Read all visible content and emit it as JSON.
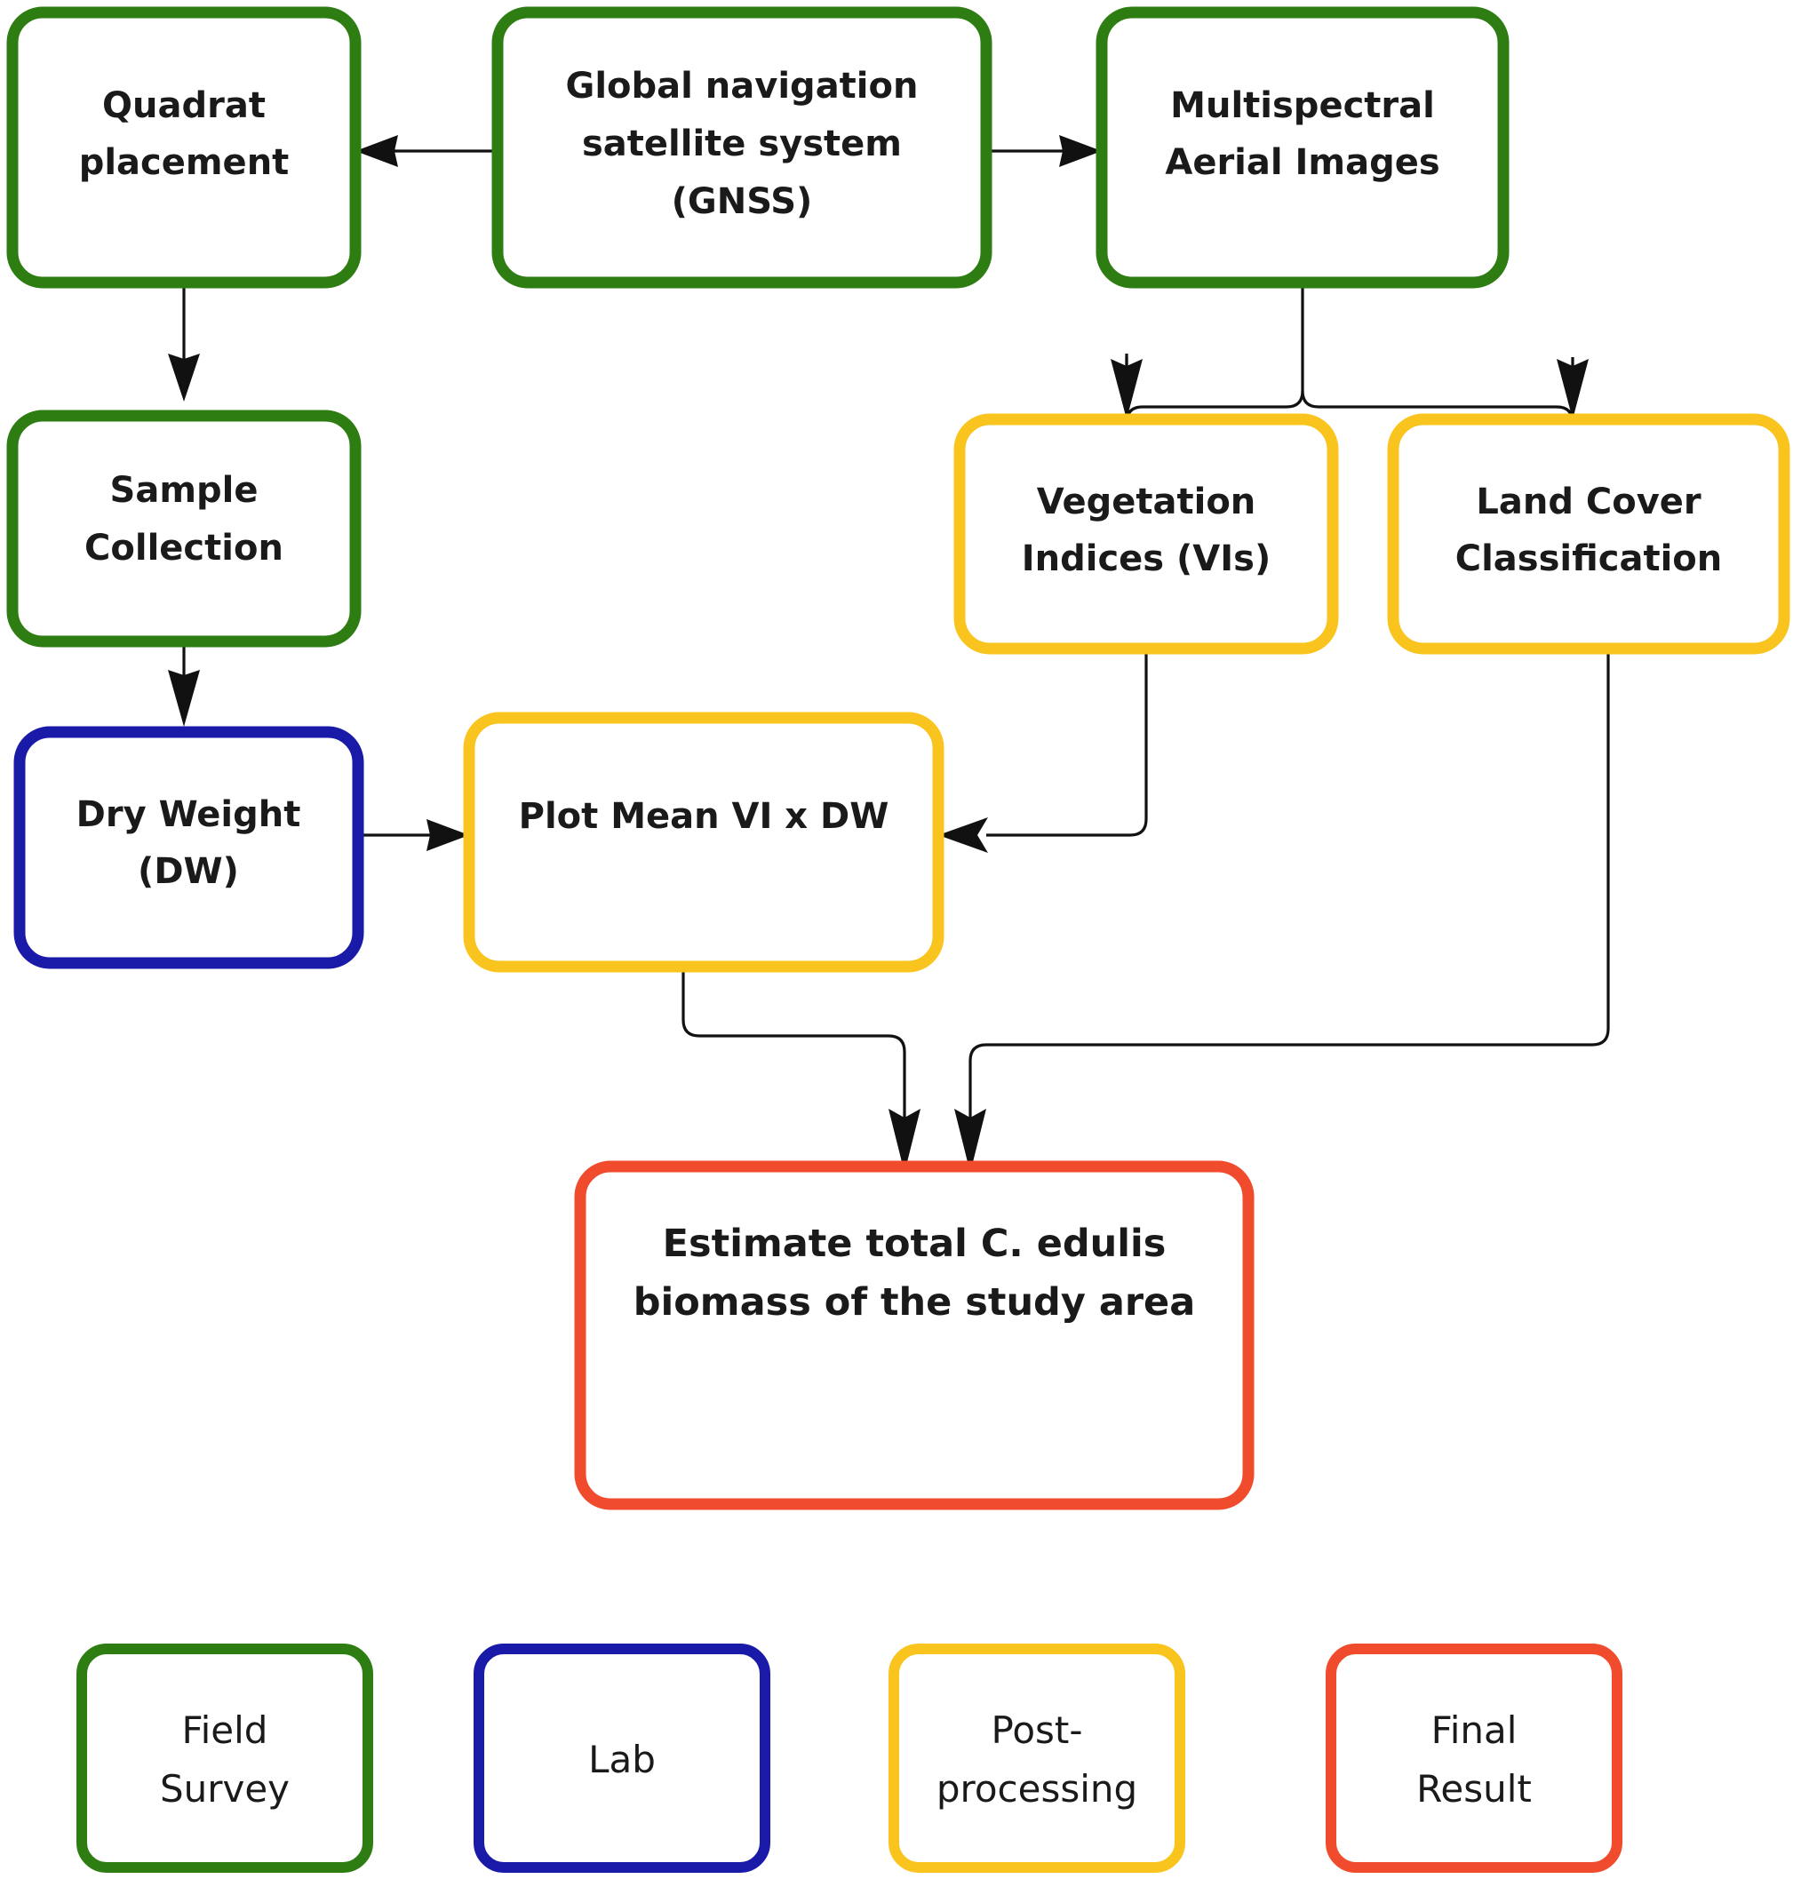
{
  "diagram": {
    "title": "C. edulis biomass estimation workflow",
    "background_color": "#ffffff",
    "edge_color": "#111111"
  },
  "palette": {
    "field_survey_green": "#2e7d12",
    "lab_blue": "#1a1aa8",
    "post_processing_yellow": "#f9c41e",
    "final_result_red": "#ef4b2c",
    "node_fill": "#ffffff",
    "text_color": "#1a1a1a"
  },
  "nodes": [
    {
      "id": "quadrat-placement",
      "category": "Field Survey",
      "color": "#2e7d12",
      "lines": [
        "Quadrat",
        "placement"
      ]
    },
    {
      "id": "gnss",
      "category": "Field Survey",
      "color": "#2e7d12",
      "lines": [
        "Global navigation",
        "satellite system",
        "(GNSS)"
      ]
    },
    {
      "id": "multispectral-aerial-images",
      "category": "Field Survey",
      "color": "#2e7d12",
      "lines": [
        "Multispectral",
        "Aerial Images"
      ]
    },
    {
      "id": "sample-collection",
      "category": "Field Survey",
      "color": "#2e7d12",
      "lines": [
        "Sample",
        "Collection"
      ]
    },
    {
      "id": "vegetation-indices",
      "category": "Post-processing",
      "color": "#f9c41e",
      "lines": [
        "Vegetation",
        "Indices (VIs)"
      ]
    },
    {
      "id": "land-cover-classification",
      "category": "Post-processing",
      "color": "#f9c41e",
      "lines": [
        "Land Cover",
        "Classification"
      ]
    },
    {
      "id": "dry-weight",
      "category": "Lab",
      "color": "#1a1aa8",
      "lines": [
        "Dry Weight",
        "(DW)"
      ]
    },
    {
      "id": "plot-mean-vi-dw",
      "category": "Post-processing",
      "color": "#f9c41e",
      "lines": [
        "Plot Mean VI x DW"
      ]
    },
    {
      "id": "estimate-biomass",
      "category": "Final Result",
      "color": "#ef4b2c",
      "lines": [
        "Estimate total C. edulis",
        "biomass of the study area"
      ],
      "line1_plain": "Estimate total ",
      "line1_italic": "C. edulis",
      "line2": "biomass of the study area"
    }
  ],
  "edges": [
    {
      "id": "gnss-to-quadrat",
      "from": "gnss",
      "to": "quadrat-placement",
      "direction": "left"
    },
    {
      "id": "gnss-to-multispectral",
      "from": "gnss",
      "to": "multispectral-aerial-images",
      "direction": "right"
    },
    {
      "id": "quadrat-to-sample",
      "from": "quadrat-placement",
      "to": "sample-collection",
      "direction": "down"
    },
    {
      "id": "sample-to-dryweight",
      "from": "sample-collection",
      "to": "dry-weight",
      "direction": "down"
    },
    {
      "id": "multispectral-to-vegetation-indices",
      "from": "multispectral-aerial-images",
      "to": "vegetation-indices",
      "direction": "down"
    },
    {
      "id": "multispectral-to-land-cover",
      "from": "multispectral-aerial-images",
      "to": "land-cover-classification",
      "direction": "down"
    },
    {
      "id": "dryweight-to-plotmean",
      "from": "dry-weight",
      "to": "plot-mean-vi-dw",
      "direction": "right"
    },
    {
      "id": "vegetation-indices-to-plotmean",
      "from": "vegetation-indices",
      "to": "plot-mean-vi-dw",
      "direction": "left"
    },
    {
      "id": "plotmean-to-estimate",
      "from": "plot-mean-vi-dw",
      "to": "estimate-biomass",
      "direction": "down"
    },
    {
      "id": "land-cover-to-estimate",
      "from": "land-cover-classification",
      "to": "estimate-biomass",
      "direction": "down"
    }
  ],
  "legend": {
    "items": [
      {
        "id": "legend-field-survey",
        "color": "#2e7d12",
        "lines": [
          "Field",
          "Survey"
        ]
      },
      {
        "id": "legend-lab",
        "color": "#1a1aa8",
        "lines": [
          "Lab"
        ]
      },
      {
        "id": "legend-post-processing",
        "color": "#f9c41e",
        "lines": [
          "Post-",
          "processing"
        ]
      },
      {
        "id": "legend-final-result",
        "color": "#ef4b2c",
        "lines": [
          "Final",
          "Result"
        ]
      }
    ]
  },
  "labels": {
    "quadrat_l1": "Quadrat",
    "quadrat_l2": "placement",
    "gnss_l1": "Global navigation",
    "gnss_l2": "satellite system",
    "gnss_l3": "(GNSS)",
    "msai_l1": "Multispectral",
    "msai_l2": "Aerial Images",
    "sample_l1": "Sample",
    "sample_l2": "Collection",
    "vi_l1": "Vegetation",
    "vi_l2": "Indices (VIs)",
    "lcc_l1": "Land Cover",
    "lcc_l2": "Classification",
    "dw_l1": "Dry Weight",
    "dw_l2": "(DW)",
    "pm_l1": "Plot Mean VI x DW",
    "est_l1a": "Estimate total ",
    "est_l1b": "C. edulis",
    "est_l2": "biomass of the study area",
    "leg_fs_l1": "Field",
    "leg_fs_l2": "Survey",
    "leg_lab_l1": "Lab",
    "leg_pp_l1": "Post-",
    "leg_pp_l2": "processing",
    "leg_fr_l1": "Final",
    "leg_fr_l2": "Result"
  }
}
